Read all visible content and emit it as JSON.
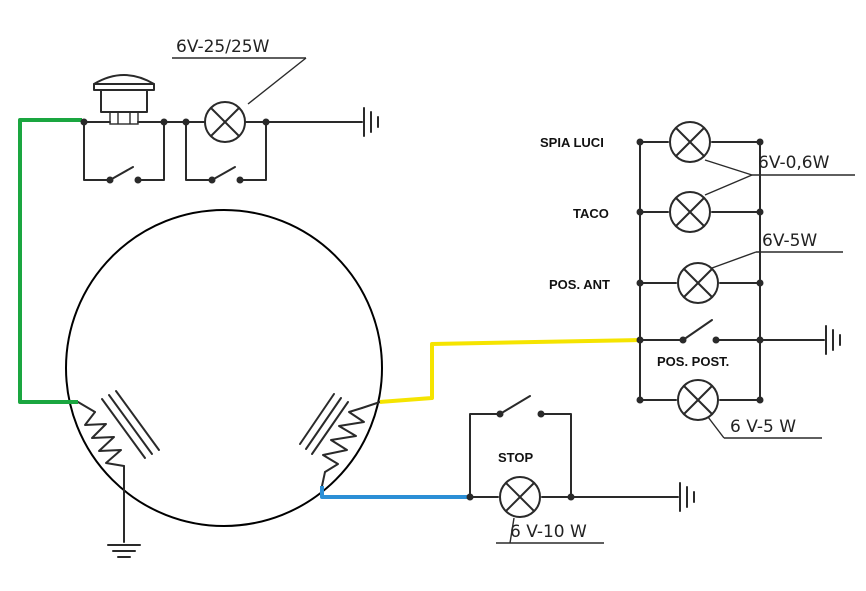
{
  "colors": {
    "green_wire": "#1aa640",
    "yellow_wire": "#f5e400",
    "blue_wire": "#2b8fd6",
    "line": "#2a2a2a"
  },
  "labels": {
    "horn_lamp_rating": "6V-25/25W",
    "spia_luci": "SPIA LUCI",
    "taco": "TACO",
    "pos_ant": "POS. ANT",
    "pos_post": "POS. POST.",
    "stop": "STOP",
    "rating_06w": "6V-0,6W",
    "rating_5w_top": "6V-5W",
    "rating_5w_bottom": "6 V-5 W",
    "rating_10w": "6 V-10 W"
  },
  "icons": [
    "horn-icon",
    "lamp-icon",
    "switch-icon",
    "ground-icon",
    "coil-icon"
  ]
}
